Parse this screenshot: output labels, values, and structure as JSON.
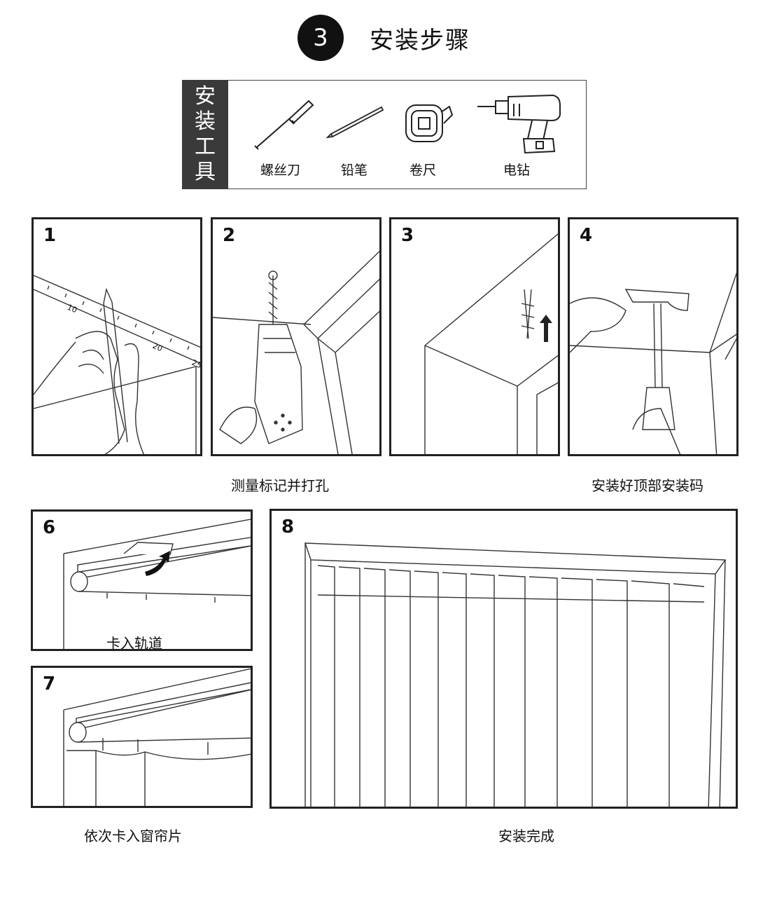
{
  "header": {
    "step_number": "3",
    "title": "安装步骤"
  },
  "tools": {
    "label_chars": [
      "安",
      "装",
      "工",
      "具"
    ],
    "items": [
      {
        "name": "螺丝刀",
        "icon": "screwdriver-icon"
      },
      {
        "name": "铅笔",
        "icon": "pencil-icon"
      },
      {
        "name": "卷尺",
        "icon": "tape-measure-icon"
      },
      {
        "name": "电钻",
        "icon": "electric-drill-icon"
      }
    ]
  },
  "panels": [
    {
      "number": "1"
    },
    {
      "number": "2"
    },
    {
      "number": "3"
    },
    {
      "number": "4"
    },
    {
      "number": "6",
      "label": "卡入轨道"
    },
    {
      "number": "7"
    },
    {
      "number": "8"
    }
  ],
  "ruler_ticks": [
    "10",
    "20",
    "25"
  ],
  "captions": {
    "measure": "测量标记并打孔",
    "install_codes": "安装好顶部安装码",
    "insert_slats": "依次卡入窗帘片",
    "done": "安装完成"
  }
}
